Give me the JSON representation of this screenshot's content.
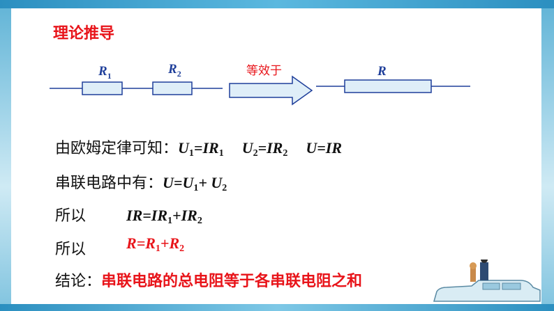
{
  "slide": {
    "title": "理论推导",
    "circuit": {
      "r1_letter": "R",
      "r1_sub": "1",
      "r2_letter": "R",
      "r2_sub": "2",
      "arrow_label": "等效于",
      "r_letter": "R"
    },
    "line1": {
      "prefix": "由欧姆定律可知：",
      "eq1": {
        "a": "U",
        "a_sub": "1",
        "eq": "=IR",
        "b_sub": "1"
      },
      "eq2": {
        "a": "U",
        "a_sub": "2",
        "eq": "=IR",
        "b_sub": "2"
      },
      "eq3": "U=IR"
    },
    "line2": {
      "prefix": "串联电路中有：",
      "eq_a": "U=U",
      "eq_a_sub": "1",
      "eq_b": "+ U",
      "eq_b_sub": "2"
    },
    "line3": {
      "prefix": "所以",
      "eq_a": "IR=IR",
      "eq_a_sub": "1",
      "eq_b": "+IR",
      "eq_b_sub": "2"
    },
    "line4": {
      "prefix": "所以",
      "eq_a": "R=R",
      "eq_a_sub": "1",
      "eq_b": "+R",
      "eq_b_sub": "2"
    },
    "line5": {
      "prefix": "结论：",
      "body": "串联电路的总电阻等于各串联电阻之和"
    }
  },
  "colors": {
    "accent_red": "#e8141a",
    "circuit_blue": "#1f3f9a",
    "fill_blue": "#dfeef8"
  },
  "icons": [
    "arrow-right-icon",
    "car-decoration-icon"
  ]
}
